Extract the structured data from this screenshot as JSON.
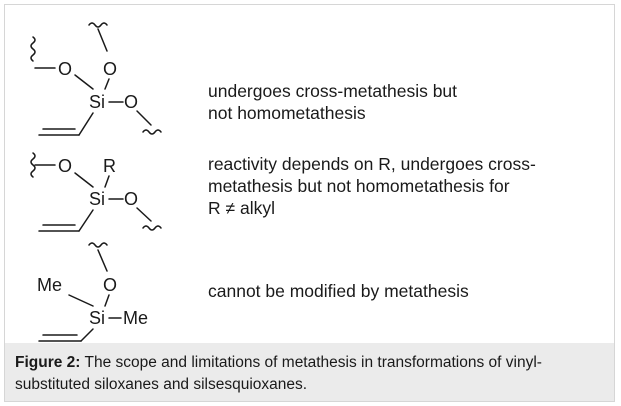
{
  "figure": {
    "caption_label": "Figure 2:",
    "caption_text": " The scope and limitations of metathesis in transformations of vinyl-substituted siloxanes and silsesquioxanes."
  },
  "structures": [
    {
      "atoms": [
        "O",
        "O",
        "Si",
        "O"
      ],
      "description_lines": [
        "undergoes cross-metathesis but",
        "not homometathesis"
      ]
    },
    {
      "atoms": [
        "O",
        "R",
        "Si",
        "O"
      ],
      "description_lines": [
        "reactivity depends on R, undergoes cross-",
        "metathesis but not homometathesis for",
        "R ≠ alkyl"
      ]
    },
    {
      "atoms": [
        "Me",
        "O",
        "Si",
        "Me"
      ],
      "description_lines": [
        "cannot be modified by metathesis"
      ]
    }
  ]
}
